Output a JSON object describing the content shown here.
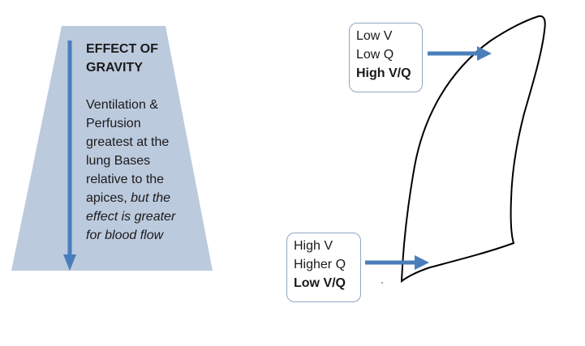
{
  "colors": {
    "trapezoid_fill": "#bccade",
    "arrow": "#4a7ebb",
    "callout_border": "#8fa6c4",
    "lung_outline": "#000000"
  },
  "gravity_panel": {
    "title": "EFFECT OF GRAVITY",
    "body_plain": "Ventilation & Perfusion greatest at the lung Bases relative to the apices, ",
    "body_italic": "but the effect is greater for blood flow",
    "arrow_icon": "arrow-down-icon"
  },
  "callout_apex": {
    "line1": "Low V",
    "line2": "Low Q",
    "ratio": "High V/Q",
    "arrow_icon": "arrow-right-icon"
  },
  "callout_base": {
    "line1": "High V",
    "line2": "Higher Q",
    "ratio": "Low V/Q",
    "arrow_icon": "arrow-right-icon"
  }
}
